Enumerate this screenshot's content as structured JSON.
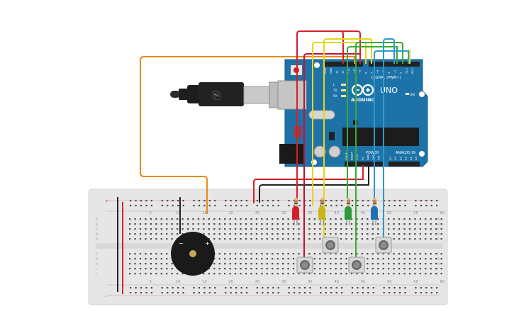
{
  "board": {
    "brand": "ARDUINO",
    "model": "UNO",
    "digital_label": "DIGITAL (PWM~)",
    "power_label": "POWER",
    "analog_label": "ANALOG IN",
    "on_label": "ON",
    "led_labels": [
      "L",
      "TX",
      "RX"
    ],
    "top_pins": [
      "AREF",
      "GND",
      "13",
      "12",
      "~11",
      "~10",
      "~9",
      "8",
      "7",
      "~6",
      "~5",
      "4",
      "~3",
      "2",
      "TX 1",
      "RX 0"
    ],
    "power_pins": [
      "IOREF",
      "RESET",
      "3.3V",
      "5V",
      "GND",
      "GND",
      "VIN"
    ],
    "analog_pins": [
      "A0",
      "A1",
      "A2",
      "A3",
      "A4",
      "A5"
    ]
  },
  "breadboard": {
    "column_numbers": [
      "5",
      "10",
      "15",
      "20",
      "25",
      "30",
      "35",
      "40",
      "45",
      "50",
      "55",
      "60"
    ],
    "row_letters_top": [
      "A",
      "B",
      "C",
      "D",
      "E"
    ],
    "row_letters_bottom": [
      "F",
      "G",
      "H",
      "I",
      "J"
    ],
    "rail_plus": "+",
    "rail_minus": "-"
  },
  "components": {
    "buzzer_plus": "+",
    "buzzer_minus": "−",
    "leds": [
      {
        "name": "led-red",
        "color": "#d0202a"
      },
      {
        "name": "led-yellow",
        "color": "#c9b518"
      },
      {
        "name": "led-green",
        "color": "#2a9a3a"
      },
      {
        "name": "led-blue",
        "color": "#1f6fb2"
      }
    ],
    "button_count": 4
  },
  "colors": {
    "wire_red": "#d02128",
    "wire_orange": "#e8891c",
    "wire_yellow": "#e9d41b",
    "wire_green": "#3aaa35",
    "wire_blue": "#2a9ad2",
    "wire_black": "#222222",
    "board_blue": "#1d73a8",
    "breadboard": "#e6e6e6"
  }
}
